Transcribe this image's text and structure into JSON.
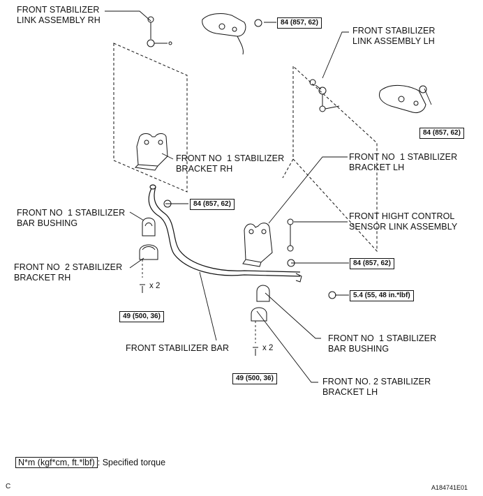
{
  "labels": {
    "link_rh": "FRONT STABILIZER\nLINK ASSEMBLY RH",
    "link_lh": "FRONT STABILIZER\nLINK ASSEMBLY LH",
    "bracket1_rh": "FRONT NO  1 STABILIZER\nBRACKET RH",
    "bracket1_lh": "FRONT NO  1 STABILIZER\nBRACKET LH",
    "bushing_rh": "FRONT NO  1 STABILIZER\nBAR BUSHING",
    "bracket2_rh": "FRONT NO  2 STABILIZER\nBRACKET RH",
    "hight_sensor": "FRONT HIGHT CONTROL\nSENSOR LINK ASSEMBLY",
    "bushing_lh": "FRONT NO  1 STABILIZER\nBAR BUSHING",
    "stab_bar": "FRONT STABILIZER BAR",
    "bracket2_lh": "FRONT NO. 2 STABILIZER\nBRACKET LH"
  },
  "torques": {
    "t_link_rh": "84 (857, 62)",
    "t_link_lh": "84 (857, 62)",
    "t_bracket_rh": "84 (857, 62)",
    "t_bracket_lh": "84 (857, 62)",
    "t_sensor": "5.4 (55, 48 in.*lbf)",
    "t_bolt_rh": "49 (500, 36)",
    "t_bolt_lh": "49 (500, 36)"
  },
  "qty": {
    "rh": "x 2",
    "lh": "x 2"
  },
  "legend": {
    "unit": "N*m (kgf*cm, ft.*lbf)",
    "desc": ": Specified torque"
  },
  "footer": {
    "left": "C",
    "right": "A184741E01"
  }
}
